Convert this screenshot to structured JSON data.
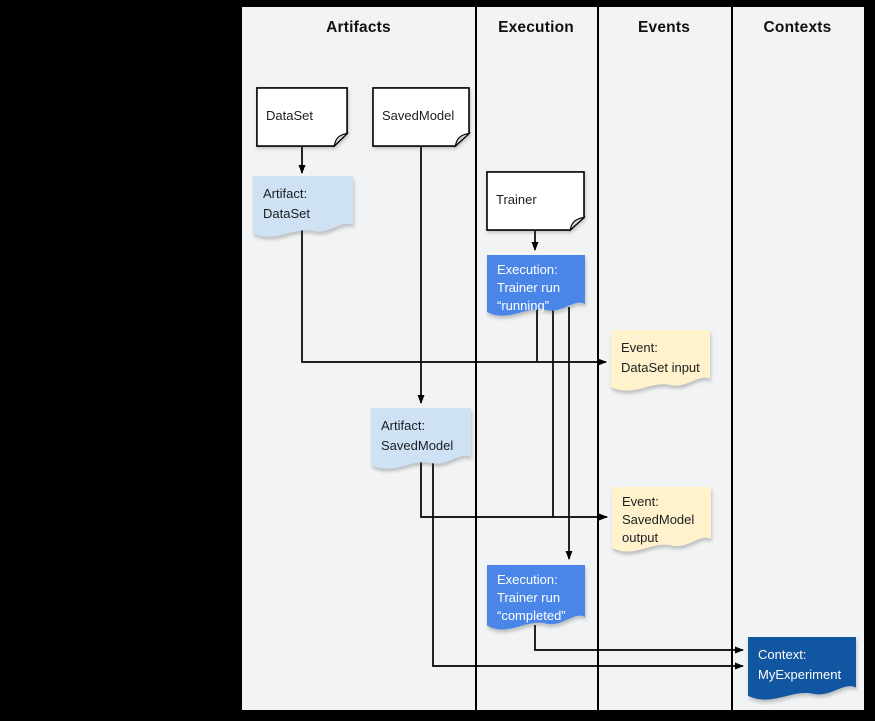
{
  "header": {
    "columns": [
      {
        "label": "Artifacts"
      },
      {
        "label": "Execution"
      },
      {
        "label": "Events"
      },
      {
        "label": "Contexts"
      }
    ]
  },
  "nodes": {
    "dataset_type": {
      "label": "DataSet"
    },
    "savedmodel_type": {
      "label": "SavedModel"
    },
    "trainer_type": {
      "label": "Trainer"
    },
    "artifact_dataset": {
      "lines": [
        "Artifact:",
        "DataSet"
      ]
    },
    "execution_running": {
      "lines": [
        "Execution:",
        "Trainer run",
        "“running”"
      ]
    },
    "event_dataset_input": {
      "lines": [
        "Event:",
        "DataSet input"
      ]
    },
    "artifact_savedmodel": {
      "lines": [
        "Artifact:",
        "SavedModel"
      ]
    },
    "event_savedmodel_output": {
      "lines": [
        "Event:",
        "SavedModel",
        "output"
      ]
    },
    "execution_completed": {
      "lines": [
        "Execution:",
        "Trainer run",
        "“completed”"
      ]
    },
    "context_myexperiment": {
      "lines": [
        "Context:",
        "MyExperiment"
      ]
    }
  },
  "colors": {
    "canvas_bg": "#000000",
    "diagram_bg": "#F1F3F4",
    "line_color": "#000000",
    "type_node_fill": "#FFFFFF",
    "artifact_fill": "#CFE2F3",
    "execution_fill": "#4A86E8",
    "event_fill": "#FFF2CC",
    "context_fill": "#1156A0"
  }
}
